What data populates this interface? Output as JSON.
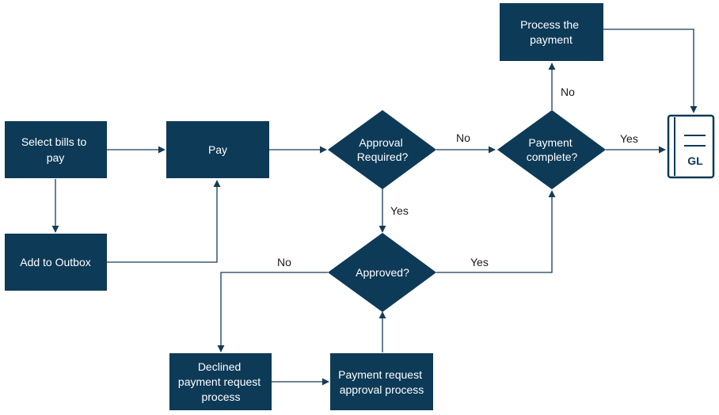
{
  "nodes": {
    "select_bills": [
      "Select bills to",
      "pay"
    ],
    "add_outbox": [
      "Add to Outbox"
    ],
    "pay": [
      "Pay"
    ],
    "approval_required": [
      "Approval",
      "Required?"
    ],
    "approved": [
      "Approved?"
    ],
    "declined": [
      "Declined",
      "payment request",
      "process"
    ],
    "request_approval": [
      "Payment request",
      "approval process"
    ],
    "payment_complete": [
      "Payment",
      "complete?"
    ],
    "process_payment": [
      "Process the",
      "payment"
    ],
    "gl": "GL"
  },
  "edge_labels": {
    "approval_no": "No",
    "approval_yes": "Yes",
    "approved_no": "No",
    "approved_yes": "Yes",
    "complete_no": "No",
    "complete_yes": "Yes"
  },
  "colors": {
    "node_fill": "#0d3a57",
    "edge": "#163b57",
    "node_text": "#ffffff"
  },
  "icons": {
    "gl": "ledger-book-icon"
  }
}
